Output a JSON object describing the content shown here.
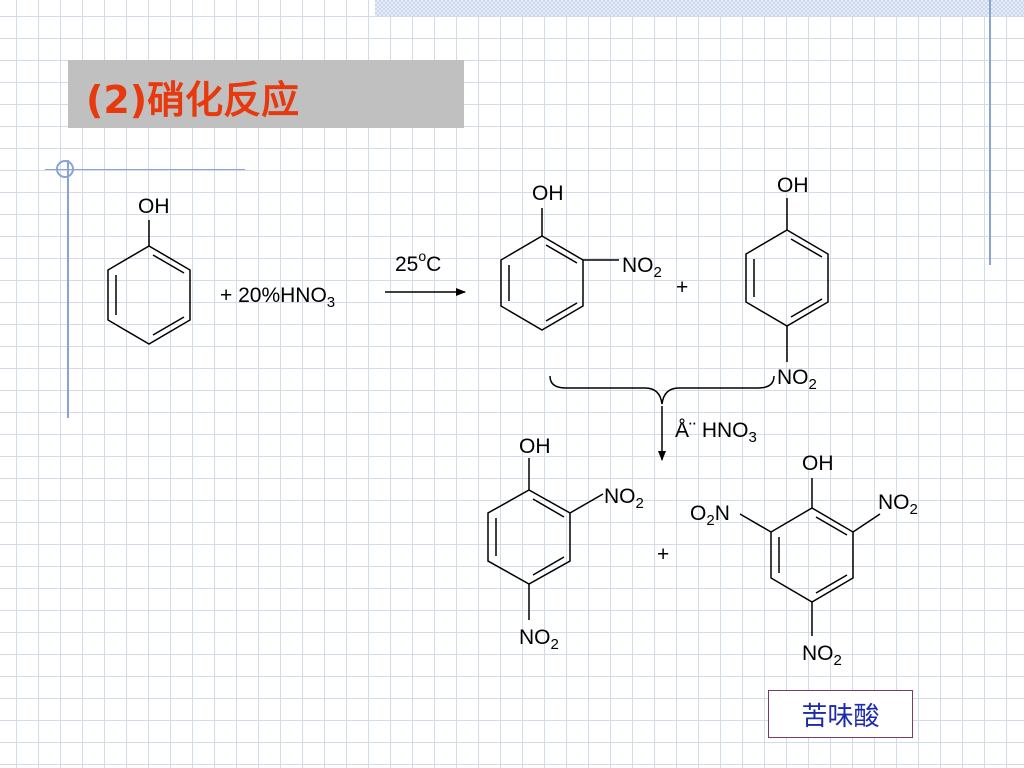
{
  "title": "(2)硝化反应",
  "reaction": {
    "phenol_oh": "OH",
    "reagent_prefix": "+ 20%HNO",
    "reagent_sub": "3",
    "temp_num": "25",
    "temp_sup": "o",
    "temp_unit": "C",
    "ortho_oh": "OH",
    "ortho_no2": "NO",
    "ortho_no2_sub": "2",
    "plus_1": "+",
    "para_oh": "OH",
    "para_no2": "NO",
    "para_no2_sub": "2",
    "cond2_prefix": "Å¨ HNO",
    "cond2_sub": "3",
    "dinitro_oh": "OH",
    "dinitro_no2_a": "NO",
    "dinitro_no2_a_sub": "2",
    "dinitro_no2_b": "NO",
    "dinitro_no2_b_sub": "2",
    "plus_2": "+",
    "picric_oh": "OH",
    "picric_left_o": "O",
    "picric_left_sub": "2",
    "picric_left_n": "N",
    "picric_no2_right": "NO",
    "picric_no2_right_sub": "2",
    "picric_no2_bottom": "NO",
    "picric_no2_bottom_sub": "2"
  },
  "label": "苦味酸"
}
